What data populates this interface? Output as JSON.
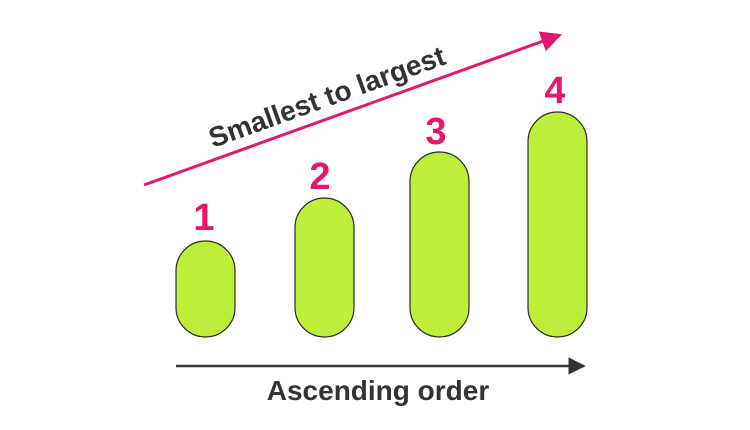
{
  "diagram": {
    "top_arrow_label": "Smallest to largest",
    "bottom_arrow_label": "Ascending order",
    "items": [
      {
        "label": "1",
        "rank": 1
      },
      {
        "label": "2",
        "rank": 2
      },
      {
        "label": "3",
        "rank": 3
      },
      {
        "label": "4",
        "rank": 4
      }
    ]
  },
  "colors": {
    "pill_fill": "#bdee3a",
    "pill_stroke": "#2a2a2a",
    "accent_magenta": "#e5176f",
    "text_dark": "#333333"
  }
}
